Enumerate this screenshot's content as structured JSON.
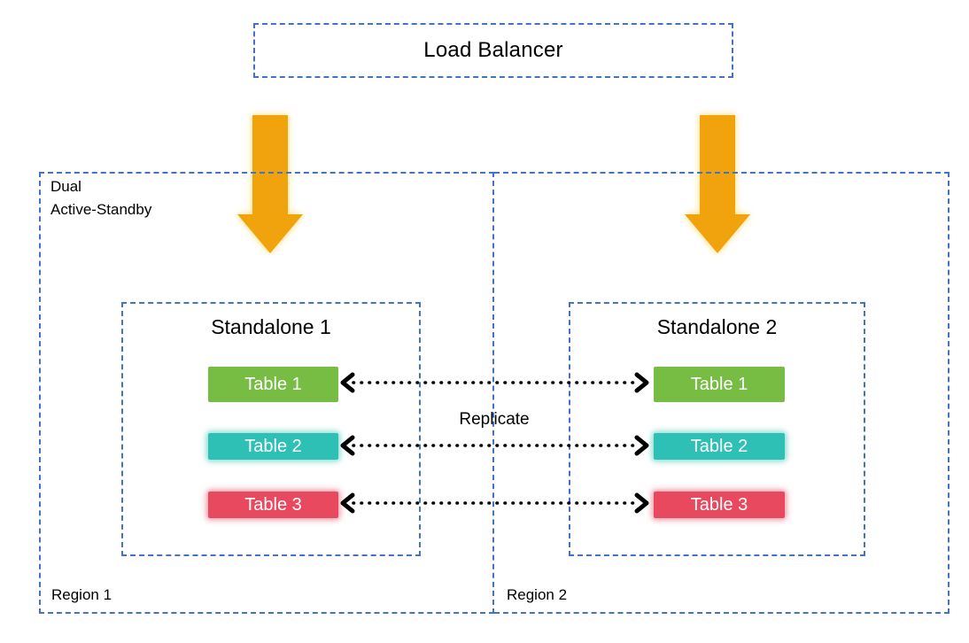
{
  "load_balancer": {
    "label": "Load Balancer"
  },
  "dual_label": {
    "line1": "Dual",
    "line2": "Active-Standby"
  },
  "replicate": {
    "label": "Replicate"
  },
  "regions": [
    {
      "label": "Region 1",
      "standalone": {
        "title": "Standalone 1",
        "tables": [
          {
            "label": "Table 1",
            "color": "#77BC43",
            "glow": false
          },
          {
            "label": "Table 2",
            "color": "#2EC0B4",
            "glow": true
          },
          {
            "label": "Table 3",
            "color": "#E8495F",
            "glow": true
          }
        ]
      }
    },
    {
      "label": "Region 2",
      "standalone": {
        "title": "Standalone 2",
        "tables": [
          {
            "label": "Table 1",
            "color": "#77BC43",
            "glow": false
          },
          {
            "label": "Table 2",
            "color": "#2EC0B4",
            "glow": true
          },
          {
            "label": "Table 3",
            "color": "#E8495F",
            "glow": true
          }
        ]
      }
    }
  ],
  "colors": {
    "border_blue": "#4472C4",
    "arrow_gold": "#F0A30C",
    "arrow_black": "#000000",
    "table_text": "#FFFFFF"
  }
}
